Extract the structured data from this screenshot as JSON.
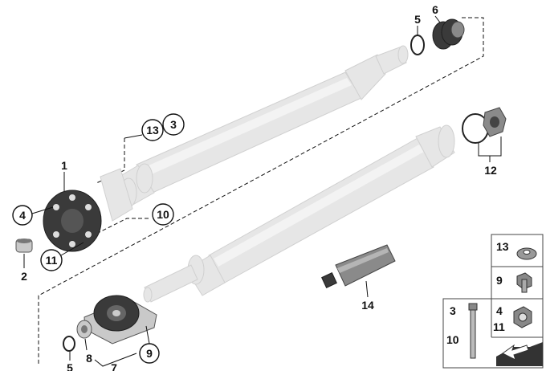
{
  "callouts": {
    "c1": "1",
    "c2": "2",
    "c3a": "3",
    "c4a": "4",
    "c5a": "5",
    "c5b": "5",
    "c6": "6",
    "c7": "7",
    "c8": "8",
    "c9a": "9",
    "c10a": "10",
    "c11a": "11",
    "c12": "12",
    "c13a": "13",
    "c14": "14"
  },
  "legend": {
    "row1_num": "13",
    "row2_num": "9",
    "row3_left_top": "3",
    "row3_left_bottom": "10",
    "row3_right_top": "4",
    "row3_right_bottom": "11"
  },
  "icons": {
    "guibo": "flex-disc-icon",
    "bearing": "center-bearing-icon",
    "grease": "grease-tube-icon",
    "boot": "rubber-boot-icon",
    "nut": "hex-nut-icon",
    "bolt": "bolt-icon",
    "washer": "washer-icon",
    "arrow": "direction-arrow-icon"
  },
  "colors": {
    "tube": "#e6e6e6",
    "dark_part": "#3a3a3a",
    "outline": "#111111"
  }
}
